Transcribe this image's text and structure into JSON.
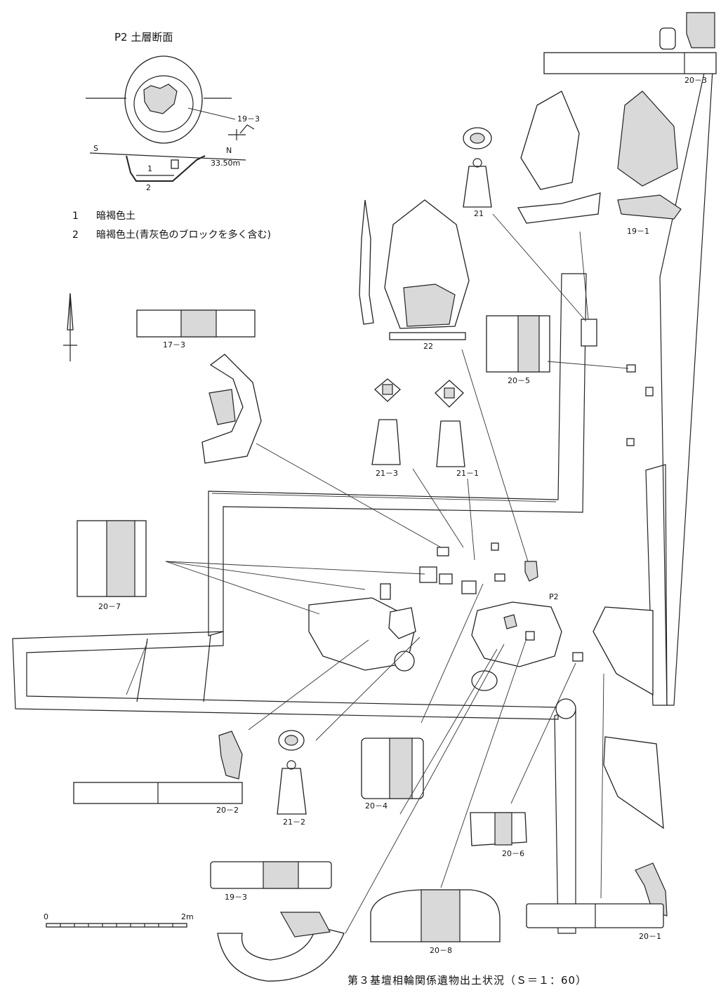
{
  "section": {
    "title": "P2 土層断面",
    "label_s": "S",
    "label_n": "N",
    "elevation": "33.50m",
    "layer_1": "1",
    "layer_2": "2",
    "ref": "19－3"
  },
  "legend": [
    {
      "num": "1",
      "text": "暗褐色土"
    },
    {
      "num": "2",
      "text": "暗褐色土(青灰色のブロックを多く含む)"
    }
  ],
  "pit_label": "P2",
  "artifacts": {
    "a20_3": "20－3",
    "a19_1": "19－1",
    "a21": "21",
    "a22": "22",
    "a17_3": "17－3",
    "a20_5": "20－5",
    "a21_3": "21－3",
    "a21_1": "21－1",
    "a20_7": "20－7",
    "a20_2": "20－2",
    "a21_2": "21－2",
    "a20_4": "20－4",
    "a20_6": "20－6",
    "a19_3": "19－3",
    "a20_8": "20－8",
    "a20_1": "20－1"
  },
  "scale": {
    "start": "0",
    "end": "2m"
  },
  "caption": "第３基壇相輪関係遺物出土状況（Ｓ＝１：60）"
}
